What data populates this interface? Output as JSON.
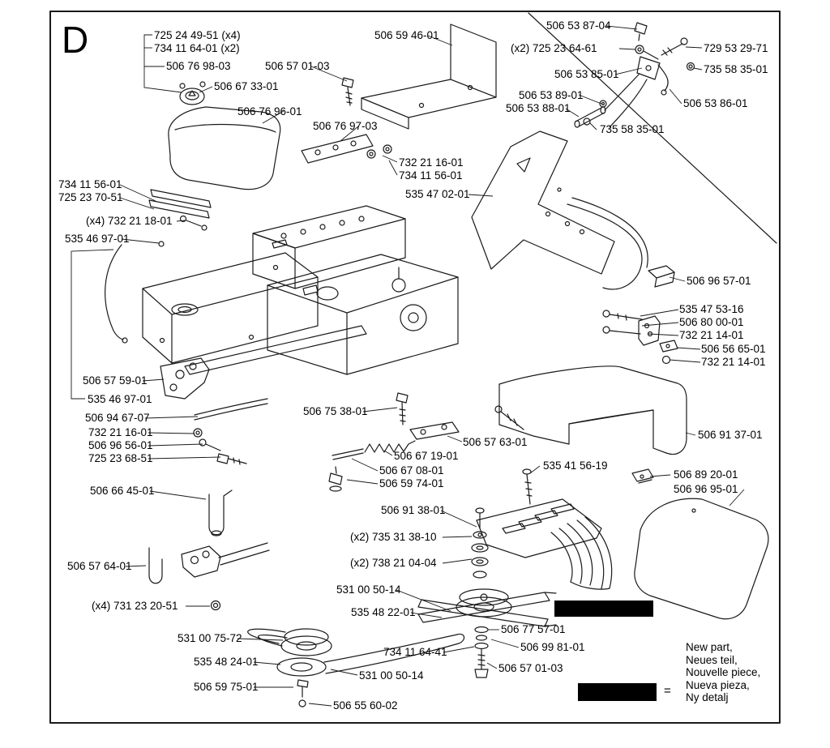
{
  "page": {
    "section_letter": "D"
  },
  "colors": {
    "background": "#ffffff",
    "line": "#1a1a1a",
    "redaction": "#000000"
  },
  "labels": [
    {
      "text": "725 24 49-51 (x4)"
    },
    {
      "text": "734 11 64-01 (x2)"
    },
    {
      "text": "506 76 98-03"
    },
    {
      "text": "506 57 01-03"
    },
    {
      "text": "506 59 46-01"
    },
    {
      "text": "506 53 87-04"
    },
    {
      "text": "(x2) 725 23 64-61"
    },
    {
      "text": "729 53 29-71"
    },
    {
      "text": "506 67 33-01"
    },
    {
      "text": "506 53 85-01"
    },
    {
      "text": "735 58 35-01"
    },
    {
      "text": "506 76 96-01"
    },
    {
      "text": "506 53 89-01"
    },
    {
      "text": "506 53 88-01"
    },
    {
      "text": "506 53 86-01"
    },
    {
      "text": "506 76 97-03"
    },
    {
      "text": "735 58 35-01"
    },
    {
      "text": "732 21 16-01"
    },
    {
      "text": "734 11 56-01"
    },
    {
      "text": "734 11 56-01"
    },
    {
      "text": "725 23 70-51"
    },
    {
      "text": "535 47 02-01"
    },
    {
      "text": "(x4) 732 21 18-01"
    },
    {
      "text": "535 46 97-01"
    },
    {
      "text": "506 96 57-01"
    },
    {
      "text": "535 47 53-16"
    },
    {
      "text": "506 80 00-01"
    },
    {
      "text": "732 21 14-01"
    },
    {
      "text": "506 56 65-01"
    },
    {
      "text": "732 21 14-01"
    },
    {
      "text": "506 57 59-01"
    },
    {
      "text": "535 46 97-01"
    },
    {
      "text": "506 94 67-07"
    },
    {
      "text": "732 21 16-01"
    },
    {
      "text": "506 96 56-01"
    },
    {
      "text": "725 23 68-51"
    },
    {
      "text": "506 75 38-01"
    },
    {
      "text": "506 57 63-01"
    },
    {
      "text": "506 91 37-01"
    },
    {
      "text": "506 67 19-01"
    },
    {
      "text": "506 67 08-01"
    },
    {
      "text": "506 59 74-01"
    },
    {
      "text": "535 41 56-19"
    },
    {
      "text": "506 89 20-01"
    },
    {
      "text": "506 96 95-01"
    },
    {
      "text": "506 66 45-01"
    },
    {
      "text": "506 91 38-01"
    },
    {
      "text": "(x2) 735 31 38-10"
    },
    {
      "text": "(x2) 738 21 04-04"
    },
    {
      "text": "506 57 64-01"
    },
    {
      "text": "531 00 50-14"
    },
    {
      "text": "535 48 22-01"
    },
    {
      "text": "(x4) 731 23 20-51"
    },
    {
      "text": "531 00 75-72"
    },
    {
      "text": "506 77 57-01"
    },
    {
      "text": "506 99 81-01"
    },
    {
      "text": "535 48 24-01"
    },
    {
      "text": "734 11 64-41"
    },
    {
      "text": "531 00 50-14"
    },
    {
      "text": "506 57 01-03"
    },
    {
      "text": "506 59 75-01"
    },
    {
      "text": "506 55 60-02"
    }
  ],
  "legend": {
    "equals_sign": "=",
    "lines": [
      "New part,",
      "Neues teil,",
      "Nouvelle piece,",
      "Nueva pieza,",
      "Ny detalj"
    ]
  }
}
